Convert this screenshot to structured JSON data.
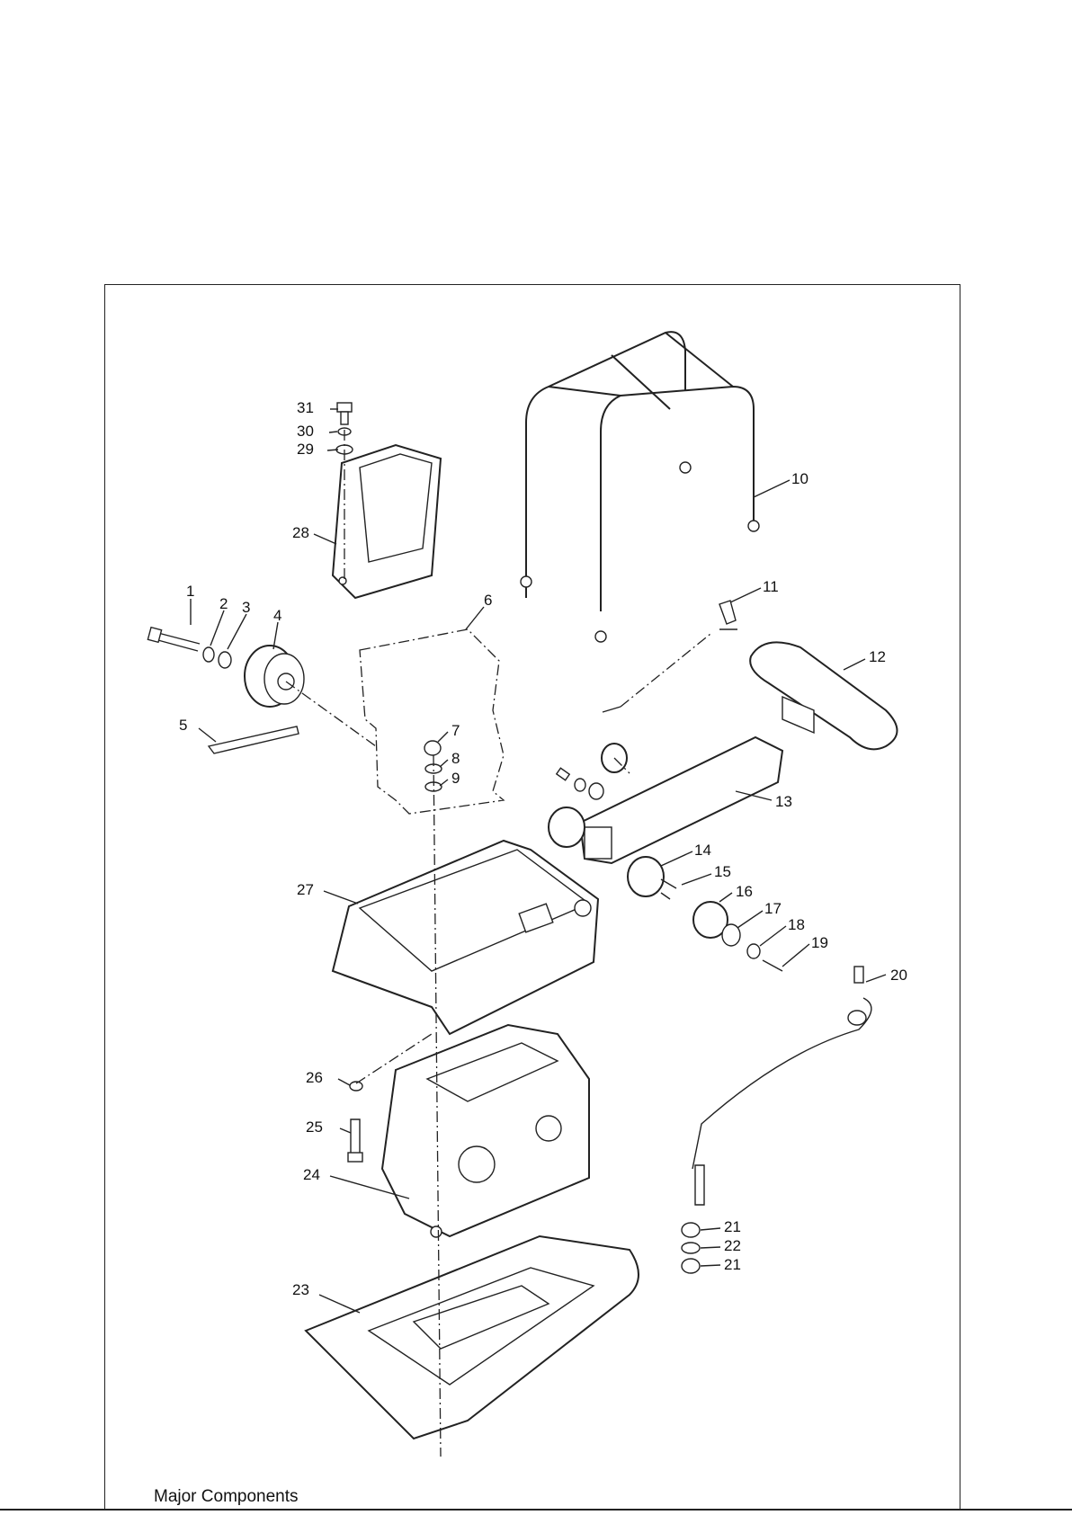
{
  "caption": "Major Components",
  "callouts": [
    {
      "id": "1",
      "label": "1"
    },
    {
      "id": "2",
      "label": "2"
    },
    {
      "id": "3",
      "label": "3"
    },
    {
      "id": "4",
      "label": "4"
    },
    {
      "id": "5",
      "label": "5"
    },
    {
      "id": "6",
      "label": "6"
    },
    {
      "id": "7",
      "label": "7"
    },
    {
      "id": "8",
      "label": "8"
    },
    {
      "id": "9",
      "label": "9"
    },
    {
      "id": "10",
      "label": "10"
    },
    {
      "id": "11",
      "label": "11"
    },
    {
      "id": "12",
      "label": "12"
    },
    {
      "id": "13",
      "label": "13"
    },
    {
      "id": "14",
      "label": "14"
    },
    {
      "id": "15",
      "label": "15"
    },
    {
      "id": "16",
      "label": "16"
    },
    {
      "id": "17",
      "label": "17"
    },
    {
      "id": "18",
      "label": "18"
    },
    {
      "id": "19",
      "label": "19"
    },
    {
      "id": "20",
      "label": "20"
    },
    {
      "id": "21a",
      "label": "21"
    },
    {
      "id": "22",
      "label": "22"
    },
    {
      "id": "21b",
      "label": "21"
    },
    {
      "id": "23",
      "label": "23"
    },
    {
      "id": "24",
      "label": "24"
    },
    {
      "id": "25",
      "label": "25"
    },
    {
      "id": "26",
      "label": "26"
    },
    {
      "id": "27",
      "label": "27"
    },
    {
      "id": "28",
      "label": "28"
    },
    {
      "id": "29",
      "label": "29"
    },
    {
      "id": "30",
      "label": "30"
    },
    {
      "id": "31",
      "label": "31"
    }
  ]
}
